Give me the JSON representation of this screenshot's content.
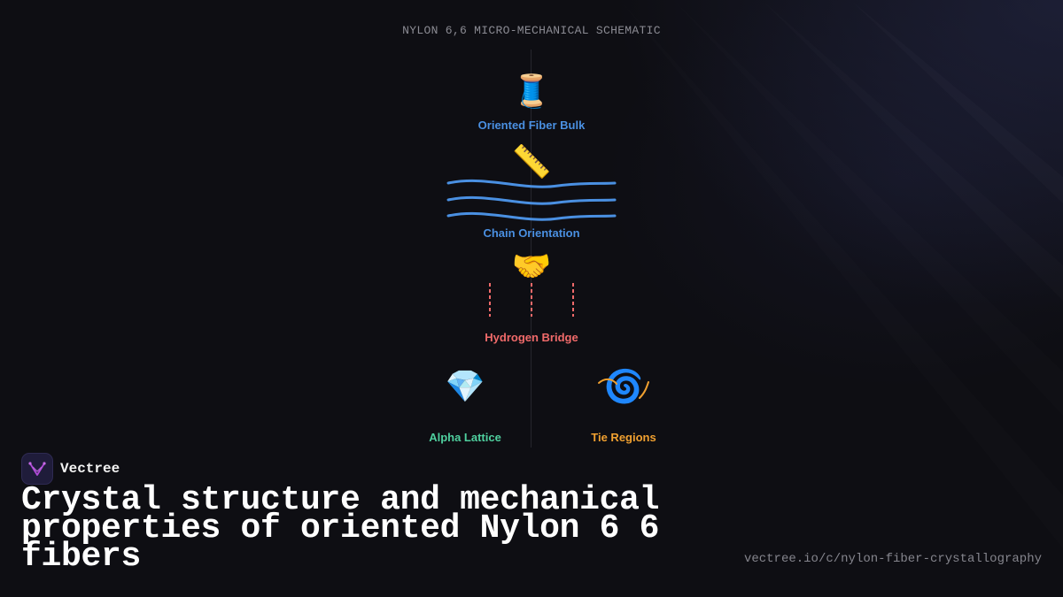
{
  "diagram": {
    "title": "NYLON 6,6 MICRO-MECHANICAL SCHEMATIC",
    "nodes": [
      {
        "id": "fiber",
        "icon": "spool-of-thread-icon",
        "glyph": "🧵",
        "label": "Oriented Fiber Bulk",
        "color": "#4a90e2"
      },
      {
        "id": "orientation",
        "icon": "straight-ruler-icon",
        "glyph": "📏",
        "label": "Chain Orientation",
        "color": "#4a90e2"
      },
      {
        "id": "hbond",
        "icon": "handshake-icon",
        "glyph": "🤝",
        "label": "Hydrogen Bridge",
        "color": "#f06a6a"
      },
      {
        "id": "alpha",
        "icon": "gem-icon",
        "glyph": "💎",
        "label": "Alpha Lattice",
        "color": "#4fcf9e"
      },
      {
        "id": "tie",
        "icon": "cyclone-icon",
        "glyph": "🌀",
        "label": "Tie Regions",
        "color": "#f0a030"
      }
    ],
    "wave_color": "#4a90e2",
    "bond_color": "#f06a6a"
  },
  "brand": {
    "name": "Vectree",
    "logo_icon": "vectree-logo-icon",
    "accent": "#b04ad8"
  },
  "headline": "Crystal structure and mechanical properties of oriented Nylon 6 6 fibers",
  "url": "vectree.io/c/nylon-fiber-crystallography"
}
